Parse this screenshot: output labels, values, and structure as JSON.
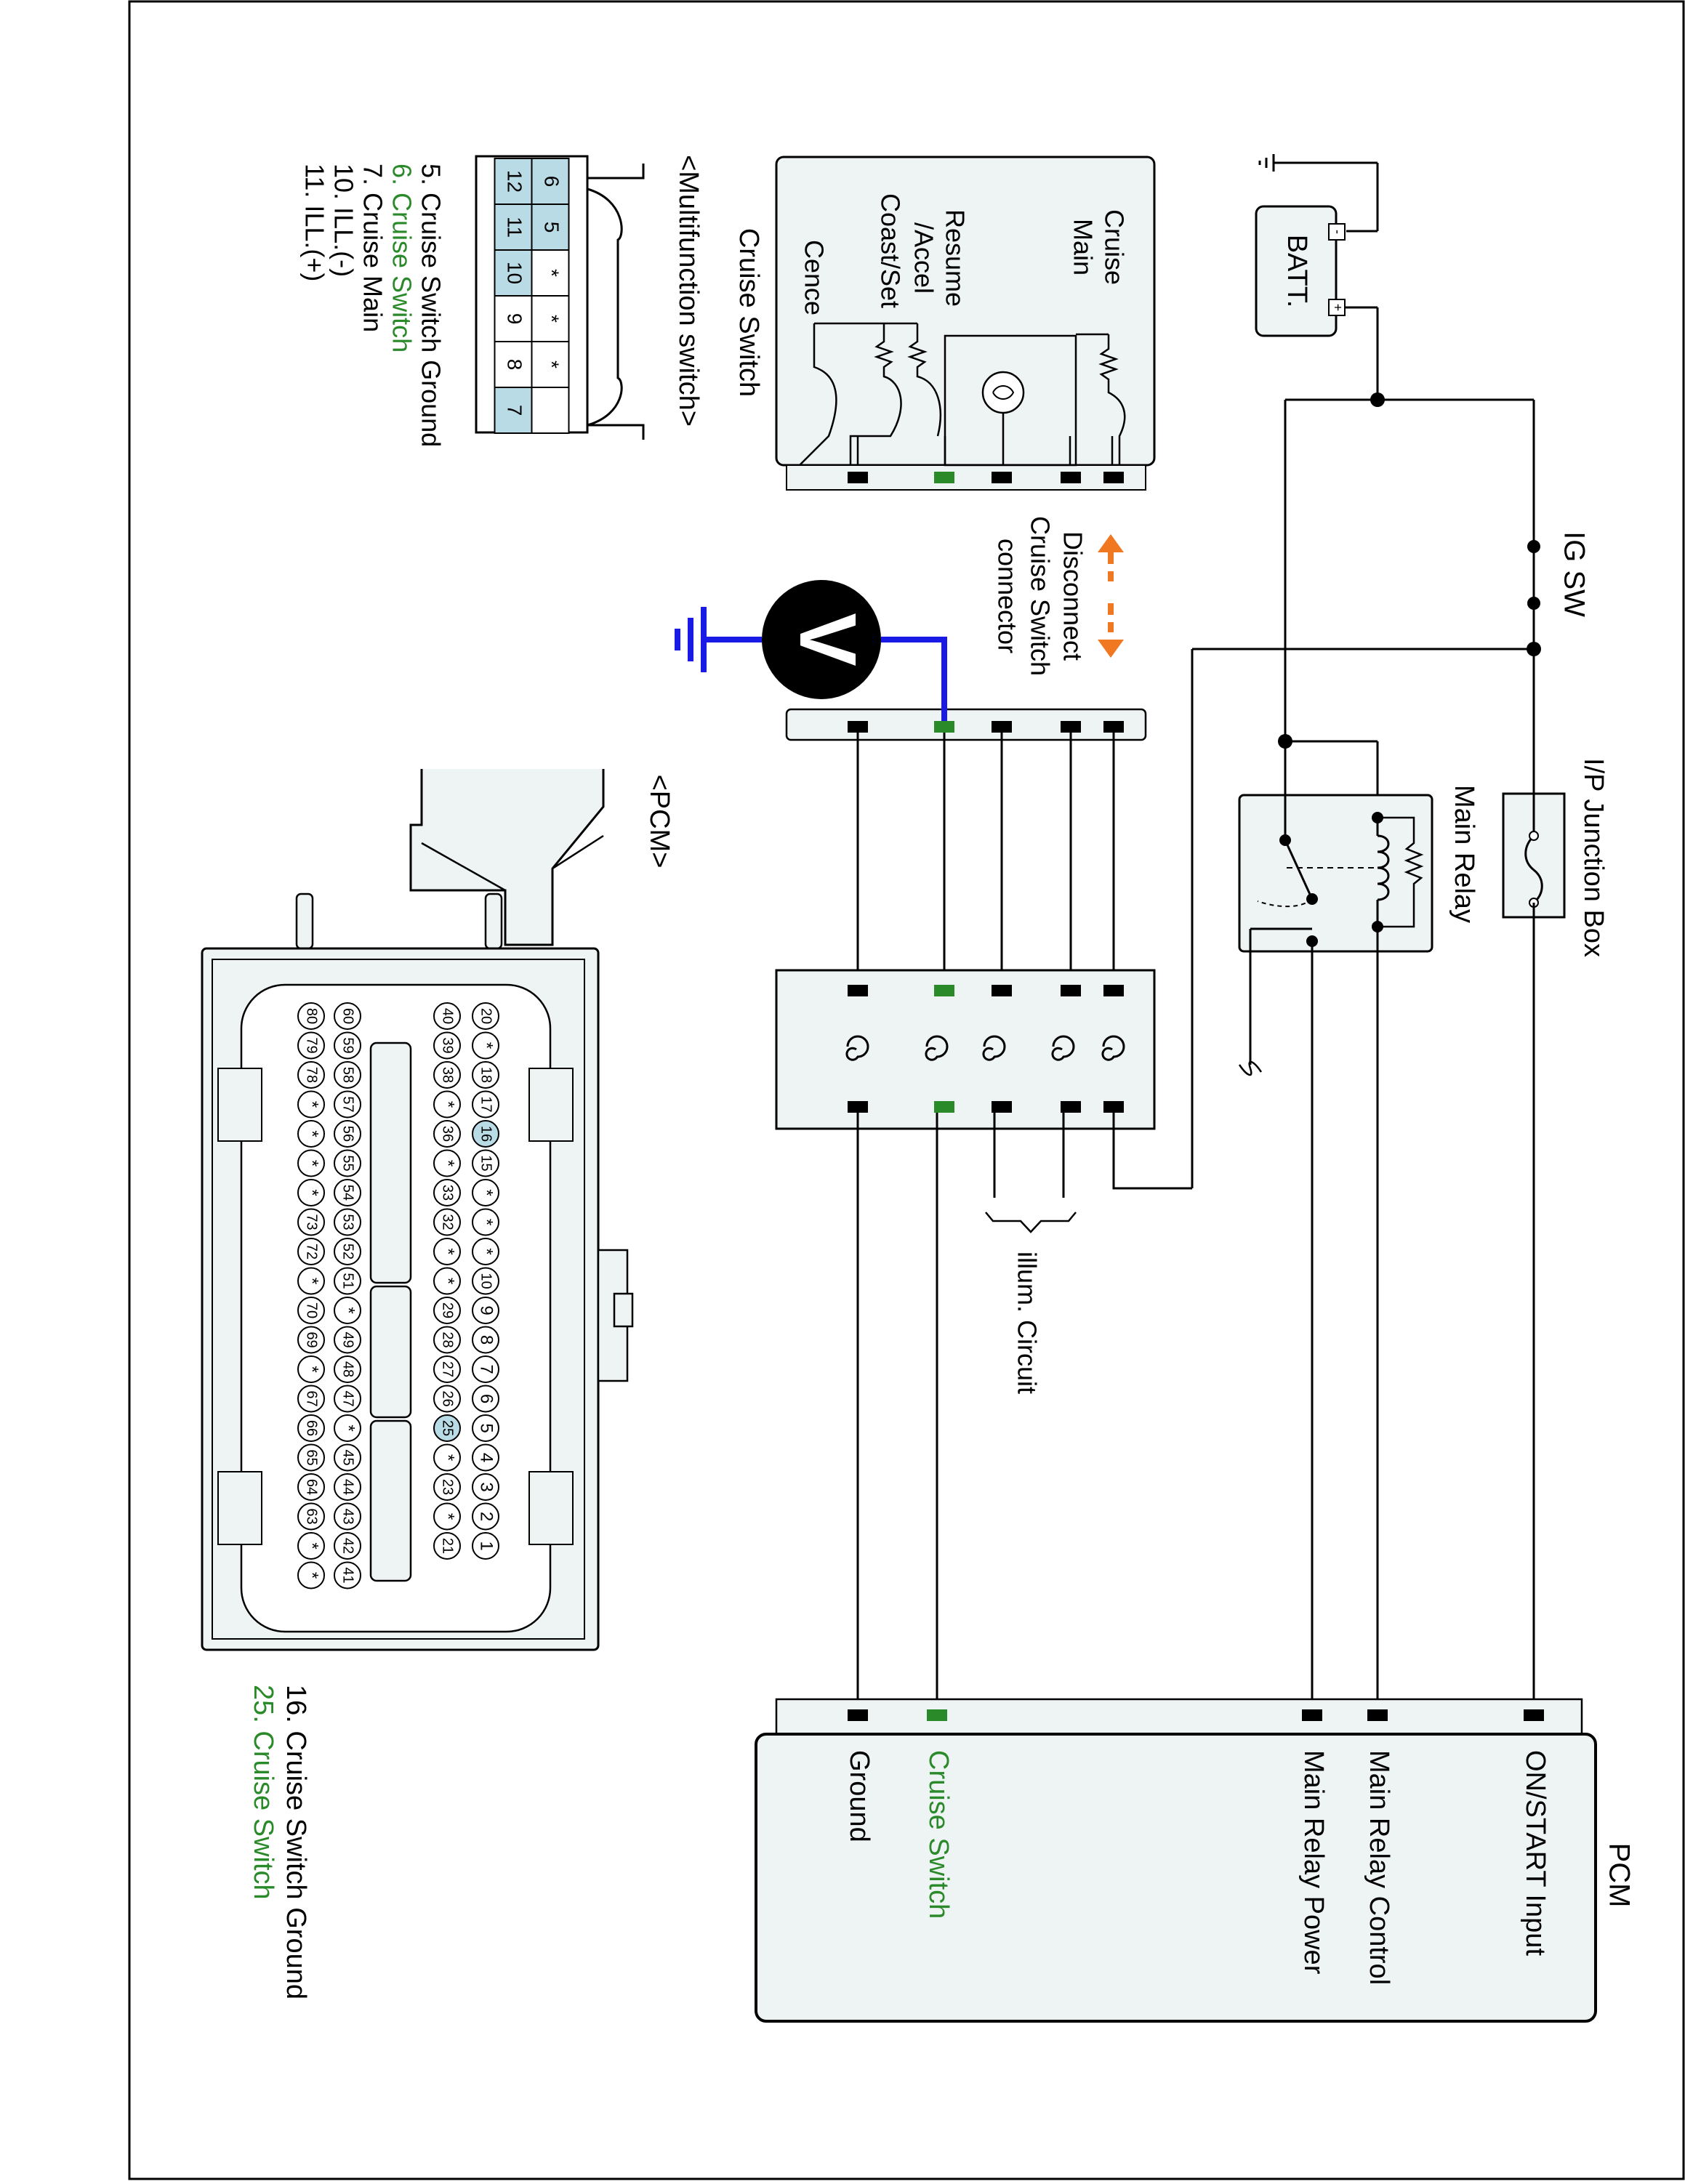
{
  "colors": {
    "accent_green": "#2a8a2a",
    "probe_blue": "#1a1ae6",
    "arrow_orange": "#f07820",
    "pin_highlight": "#b9dbe6",
    "panel_fill": "#eef3f4"
  },
  "power": {
    "battery": "BATT.",
    "battery_minus": "-",
    "battery_plus": "+",
    "ig_switch": "IG SW",
    "junction_box": "I/P Junction Box",
    "main_relay": "Main Relay"
  },
  "cruise_switch": {
    "title": "Cruise Switch",
    "cruise_main": [
      "Cruise",
      "Main"
    ],
    "resume_accel": [
      "Resume",
      "/Accel"
    ],
    "coast_set": "Coast/Set",
    "cence": "Cence"
  },
  "probe": {
    "meter_symbol": "V",
    "disconnect_note": [
      "Disconnect",
      "Cruise Switch",
      "connector"
    ]
  },
  "illum": {
    "label": "illum. Circuit"
  },
  "pcm_module": {
    "title": "PCM",
    "pins": [
      "ON/START Input",
      "Main Relay Control",
      "Main Relay Power",
      "Cruise Switch",
      "Ground"
    ]
  },
  "multifunction": {
    "title": "<Multifunction switch>",
    "grid": [
      [
        "6",
        "5",
        "*",
        "*",
        "*"
      ],
      [
        "12",
        "11",
        "10",
        "9",
        "8",
        "7"
      ]
    ],
    "highlight": [
      "6",
      "5",
      "12",
      "11",
      "10",
      "7"
    ],
    "legend": [
      {
        "text": "5. Cruise Switch Ground",
        "accent": false
      },
      {
        "text": "6. Cruise Switch",
        "accent": true
      },
      {
        "text": "7. Cruise Main",
        "accent": false
      },
      {
        "text": "10. ILL.(-)",
        "accent": false
      },
      {
        "text": "11. ILL.(+)",
        "accent": false
      }
    ]
  },
  "pcm_connector": {
    "title": "<PCM>",
    "row1": [
      "20",
      "*",
      "18",
      "17",
      "16",
      "15",
      "*",
      "*",
      "*",
      "10",
      "9",
      "8",
      "7",
      "6",
      "5",
      "4",
      "3",
      "2",
      "1"
    ],
    "row2": [
      "40",
      "39",
      "38",
      "*",
      "36",
      "*",
      "33",
      "32",
      "*",
      "*",
      "29",
      "28",
      "27",
      "26",
      "25",
      "*",
      "23",
      "*",
      "21"
    ],
    "row3": [
      "60",
      "59",
      "58",
      "57",
      "56",
      "55",
      "54",
      "53",
      "52",
      "51",
      "*",
      "49",
      "48",
      "47",
      "*",
      "45",
      "44",
      "43",
      "42",
      "41"
    ],
    "row4": [
      "80",
      "79",
      "78",
      "*",
      "*",
      "*",
      "*",
      "73",
      "72",
      "*",
      "70",
      "69",
      "*",
      "67",
      "66",
      "65",
      "64",
      "63",
      "*",
      "*"
    ],
    "highlight": [
      "16",
      "25"
    ],
    "legend": [
      {
        "text": "16. Cruise Switch Ground",
        "accent": false
      },
      {
        "text": "25. Cruise Switch",
        "accent": true
      }
    ]
  }
}
